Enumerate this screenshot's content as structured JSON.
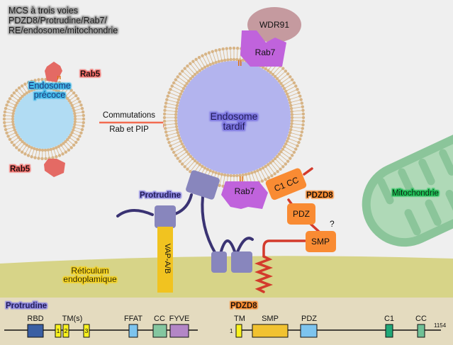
{
  "title": {
    "lines": [
      "MCS à trois voies",
      "PDZD8/Protrudine/Rab7/",
      "RE/endosome/mitochondrie"
    ]
  },
  "early_endosome": {
    "label_lines": [
      "Endosome",
      "précoce"
    ],
    "rab_top": "Rab5",
    "rab_bottom": "Rab5"
  },
  "arrow": {
    "line1": "Commutations",
    "line2": "Rab et PIP"
  },
  "late_endosome": {
    "label_lines": [
      "Endosome",
      "tardif"
    ],
    "rab_top": "Rab7",
    "rab_bottom": "Rab7",
    "effector": "WDR91"
  },
  "protrudine_label": "Protrudine",
  "vap_label": "VAP-A/B",
  "er_label_lines": [
    "Réticulum",
    "endoplamique"
  ],
  "pdzd8": {
    "label": "PDZD8",
    "domains": [
      "C1 CC",
      "PDZ",
      "SMP"
    ],
    "question_mark": "?"
  },
  "mitochondrion_label": "Mitochondrie",
  "protrudine_map": {
    "title": "Protrudine",
    "domain_labels": [
      "RBD",
      "TM(s)",
      "FFAT",
      "CC",
      "FYVE"
    ],
    "tm_numbers": [
      "1",
      "2",
      "3"
    ]
  },
  "pdzd8_map": {
    "title": "PDZD8",
    "start": "1",
    "end": "1154",
    "domain_labels": [
      "TM",
      "SMP",
      "PDZ",
      "C1",
      "CC"
    ]
  },
  "colors": {
    "background": "#efefef",
    "er": "#d7d488",
    "er_bottom": "#e4dbbf",
    "membrane": "#d7b486",
    "early_lumen": "#b1dcf3",
    "late_lumen": "#b3b4ee",
    "rab5": "#e46a64",
    "rab7": "#c063dc",
    "wdr91": "#c59a9f",
    "protrudine": "#8886bd",
    "protrudine_line": "#3a3373",
    "vap": "#f1c320",
    "pdzd8": "#f98b33",
    "pdzd8_line": "#d33a2c",
    "mito_outer": "#8bc59a",
    "mito_inner": "#afd9b7",
    "arrow": "#f26b50"
  }
}
